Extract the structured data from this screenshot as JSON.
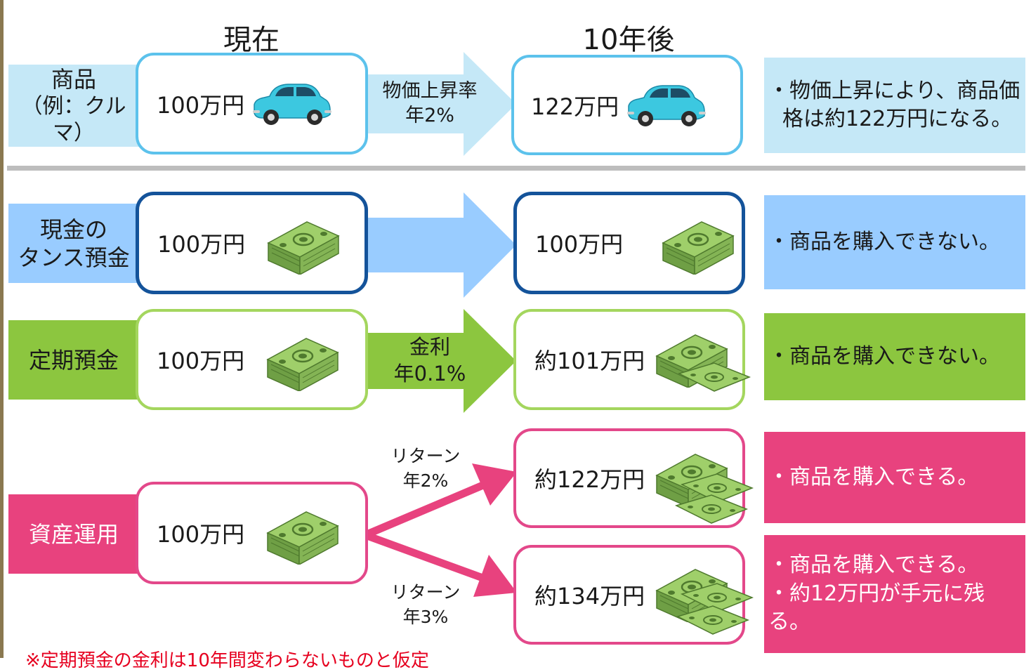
{
  "headers": {
    "now": "現在",
    "later": "10年後"
  },
  "product": {
    "label_line1": "商品",
    "label_line2": "（例：クルマ）",
    "now_amount": "100万円",
    "arrow_line1": "物価上昇率",
    "arrow_line2": "年2%",
    "later_amount": "122万円",
    "note_line1": "・物価上昇により、商品価",
    "note_line2": "格は約122万円になる。"
  },
  "tansu": {
    "label_line1": "現金の",
    "label_line2": "タンス預金",
    "now_amount": "100万円",
    "later_amount": "100万円",
    "note": "・商品を購入できない。"
  },
  "teiki": {
    "label": "定期預金",
    "now_amount": "100万円",
    "arrow_line1": "金利",
    "arrow_line2": "年0.1%",
    "later_amount": "約101万円",
    "note": "・商品を購入できない。"
  },
  "investment": {
    "label": "資産運用",
    "now_amount": "100万円",
    "upper_return_line1": "リターン",
    "upper_return_line2": "年2%",
    "upper_amount": "約122万円",
    "upper_note": "・商品を購入できる。",
    "lower_return_line1": "リターン",
    "lower_return_line2": "年3%",
    "lower_amount": "約134万円",
    "lower_note_line1": "・商品を購入できる。",
    "lower_note_line2": "・約12万円が手元に残る。"
  },
  "footnote": "※定期預金の金利は10年間変わらないものと仮定",
  "colors": {
    "light_blue": "#c5e8f7",
    "light_blue_border": "#5cc2ec",
    "sky_blue": "#99ccff",
    "navy_border": "#14539a",
    "green": "#8cc63f",
    "green_border": "#a4d65e",
    "pink": "#e8427e",
    "pink_border": "#e3488a",
    "car": "#3cc8e0",
    "money": "#7dab52"
  },
  "icons": {
    "car": "car-icon",
    "money": "money-stack-icon"
  }
}
